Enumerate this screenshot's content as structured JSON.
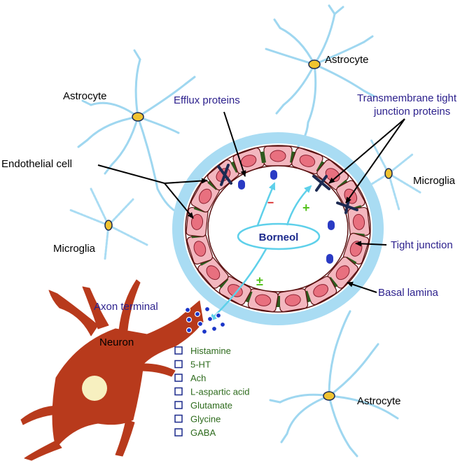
{
  "labels": {
    "astrocyte_top": "Astrocyte",
    "astrocyte_left": "Astrocyte",
    "astrocyte_bottom": "Astrocyte",
    "efflux_proteins": "Efflux proteins",
    "transmembrane_line1": "Transmembrane tight",
    "transmembrane_line2": "junction proteins",
    "endothelial_cell": "Endothelial cell",
    "microglia_right": "Microglia",
    "microglia_left": "Microglia",
    "tight_junction": "Tight junction",
    "basal_lamina": "Basal lamina",
    "axon_terminal": "Axon terminal",
    "neuron": "Neuron",
    "borneol": "Borneol"
  },
  "effect_signs": {
    "minus": "−",
    "plus": "+",
    "plus_minus": "±"
  },
  "neurotransmitters": [
    "Histamine",
    "5-HT",
    "Ach",
    "L-aspartic acid",
    "Glutamate",
    "Glycine",
    "GABA"
  ],
  "colors": {
    "astrocyte": "#9fd7f0",
    "basal_lamina": "#a9dcf3",
    "endothelial": "#f3b7bf",
    "endothelial_nucleus": "#e8707f",
    "neuron": "#b83a1c",
    "tight_junction": "#2f5a1e",
    "transmembrane_protein": "#1c2a52",
    "efflux_protein": "#2a3bc4",
    "borneol_arrow": "#5ed0ea",
    "plus_sign": "#54c21c",
    "minus_sign": "#d82020",
    "label_blue": "#2b1f8c",
    "neurotransmitter_text": "#2e6b1d"
  }
}
